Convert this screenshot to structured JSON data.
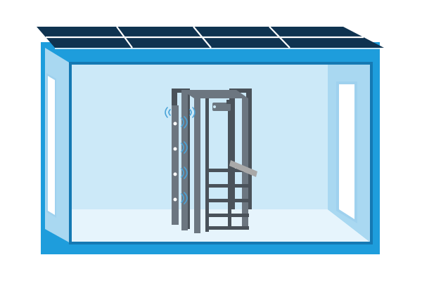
{
  "illustration": {
    "components": [
      "solar-panel-roof",
      "container-room",
      "left-door",
      "right-door",
      "scanning-gate-frame",
      "sensor-column",
      "camera-icon",
      "signal-wave-icons",
      "handrail"
    ],
    "palette": {
      "panel": "#0f3350",
      "panel_grid": "#ffffff",
      "frame": "#1e9ddc",
      "frame_dark": "#1579b3",
      "interior": "#cce9f8",
      "side_wall": "#a9d8f1",
      "floor": "#e6f4fc",
      "door": "#ffffff",
      "door_frame": "#9fd1ee",
      "gate_steel": "#6c7680",
      "gate_steel_dark": "#4a525a",
      "sensor_signal": "#4aa3d8",
      "handrail": "#a9a9a9"
    }
  }
}
